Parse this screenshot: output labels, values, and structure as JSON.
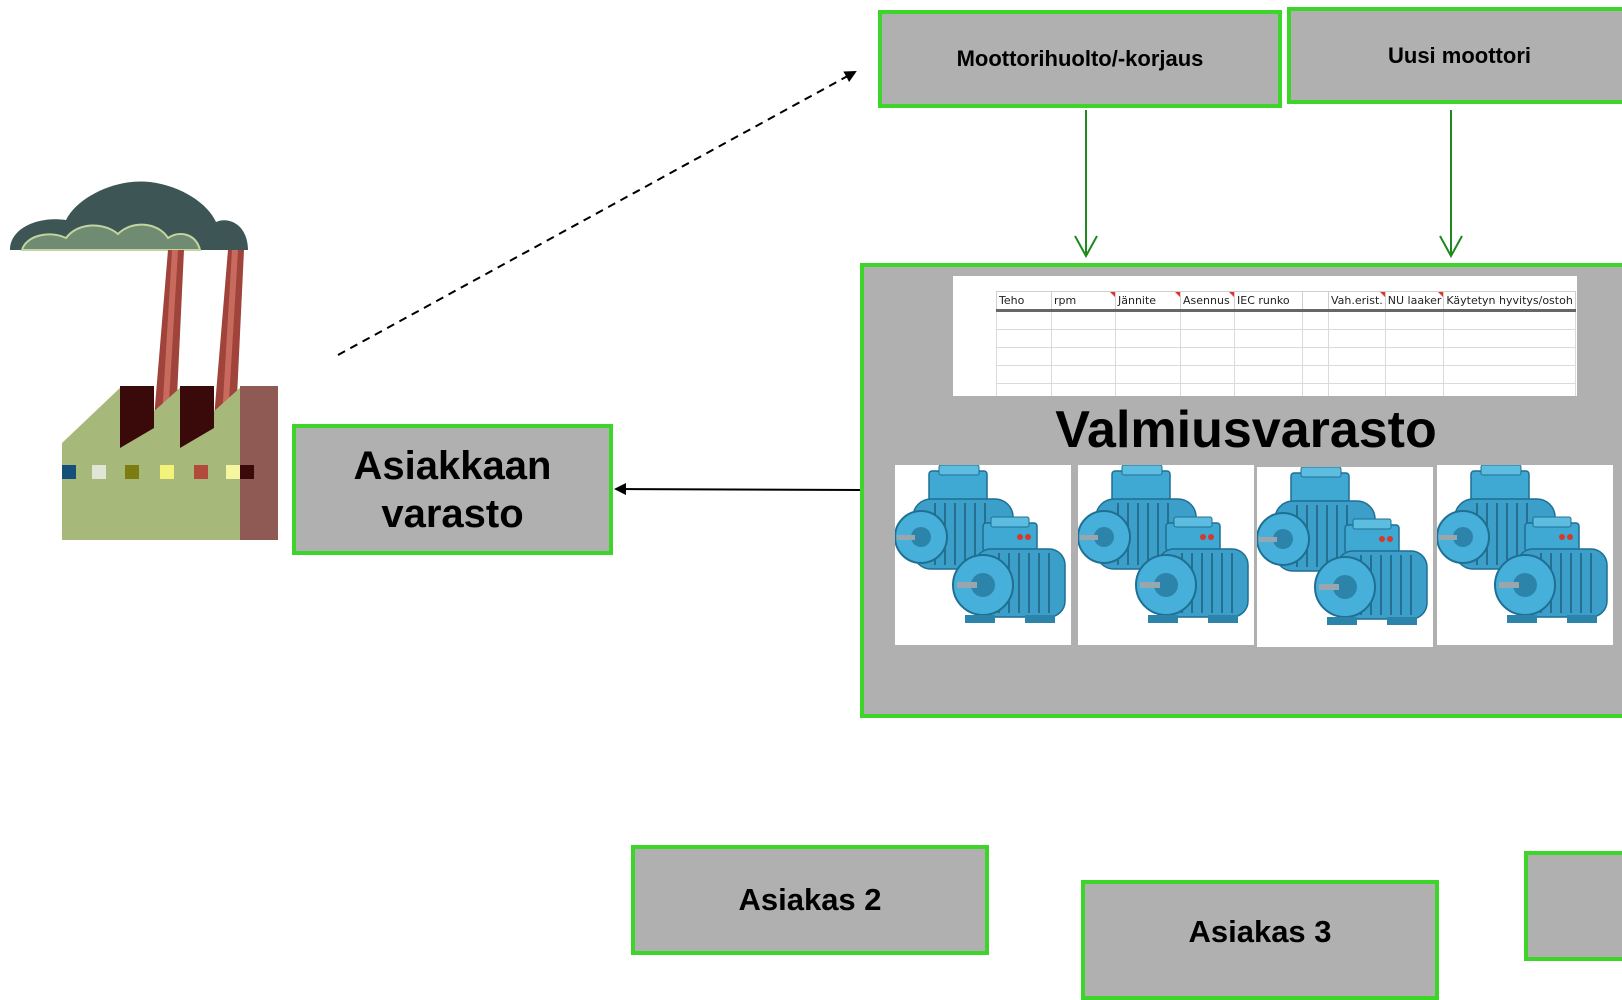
{
  "boxes": {
    "repair": "Moottorihuolto/-korjaus",
    "new_motor": "Uusi moottori",
    "customer_store": "Asiakkaan varasto",
    "ready_store": "Valmiusvarasto",
    "customer2": "Asiakas 2",
    "customer3": "Asiakas 3"
  },
  "sheet": {
    "headers": [
      "Teho",
      "rpm",
      "Jännite",
      "Asennus",
      "IEC runko",
      "",
      "Vah.erist.",
      "NU laaker",
      "Käytetyn hyvitys/ostoh"
    ]
  },
  "icons": [
    "factory-icon",
    "electric-motor-icon"
  ],
  "colors": {
    "box_fill": "#b0b0b0",
    "box_border": "#3dd52a",
    "arrow_green": "#1e8a1e",
    "motor_blue": "#3fa9d4"
  }
}
